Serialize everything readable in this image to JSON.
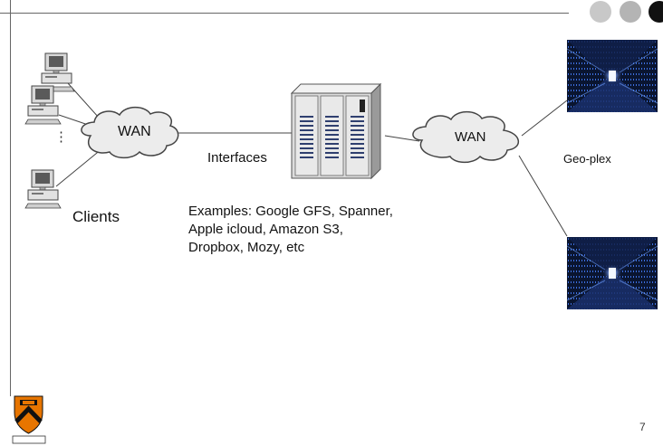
{
  "slide": {
    "page_number": "7",
    "colors": {
      "rule": "#666666",
      "dot_light": "#c8c8c8",
      "dot_mid": "#b4b4b4",
      "dot_dark": "#111111",
      "shield_orange": "#e77500",
      "shield_black": "#111111"
    }
  },
  "diagram": {
    "wan_left_label": "WAN",
    "wan_right_label": "WAN",
    "interfaces_label": "Interfaces",
    "clients_label": "Clients",
    "geoplex_label": "Geo-plex",
    "ellipsis": "⋮",
    "examples_lines": [
      "Examples: Google GFS, Spanner,",
      "Apple icloud, Amazon S3,",
      "Dropbox, Mozy, etc"
    ]
  },
  "icons": {
    "logo": "princeton-shield-icon",
    "client": "desktop-computer-icon",
    "server": "storage-server-icon",
    "datacenter": "datacenter-photo-icon",
    "cloud": "cloud-icon"
  }
}
